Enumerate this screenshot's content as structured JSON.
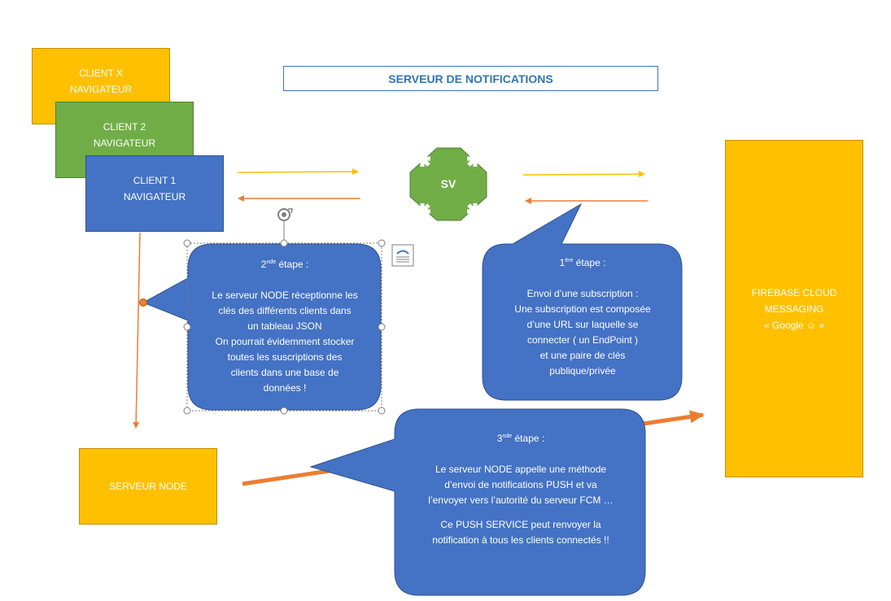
{
  "title": "SERVEUR DE NOTIFICATIONS",
  "clients": {
    "x": {
      "line1": "CLIENT X",
      "line2": "NAVIGATEUR"
    },
    "c2": {
      "line1": "CLIENT 2",
      "line2": "NAVIGATEUR"
    },
    "c1": {
      "line1": "CLIENT 1",
      "line2": "NAVIGATEUR"
    }
  },
  "sv_label": "SV",
  "firebase": {
    "line1": "FIREBASE CLOUD",
    "line2": "MESSAGING",
    "line3": "« Google ☺ »"
  },
  "serveur_node": "SERVEUR NODE",
  "step1": {
    "num": "1",
    "sup": "ère",
    "suffix": " étape :",
    "lines": [
      "Envoi d’une subscription :",
      "Une subscription est composée",
      "d’une URL sur laquelle se",
      "connecter ( un EndPoint )",
      "et une paire de clés",
      "publique/privée"
    ]
  },
  "step2": {
    "num": "2",
    "sup": "nde",
    "suffix": " étape :",
    "lines": [
      "Le serveur NODE réceptionne les",
      "clés des différents clients dans",
      "un tableau JSON",
      "On pourrait évidemment stocker",
      "toutes les suscriptions des",
      "clients dans une base de",
      "données !"
    ]
  },
  "step3": {
    "num": "3",
    "sup": "nde",
    "suffix": " étape :",
    "lines_a": [
      "Le serveur NODE appelle une méthode",
      "d’envoi de notifications PUSH et va",
      "l’envoyer vers l’autorité du serveur FCM …"
    ],
    "lines_b": [
      "Ce PUSH SERVICE peut renvoyer la",
      "notification à tous les clients connectés !!"
    ]
  },
  "colors": {
    "yellow": "#ffc000",
    "green": "#70ad47",
    "blue": "#4472c4",
    "orange": "#ed7d31",
    "title": "#2e75b6"
  }
}
